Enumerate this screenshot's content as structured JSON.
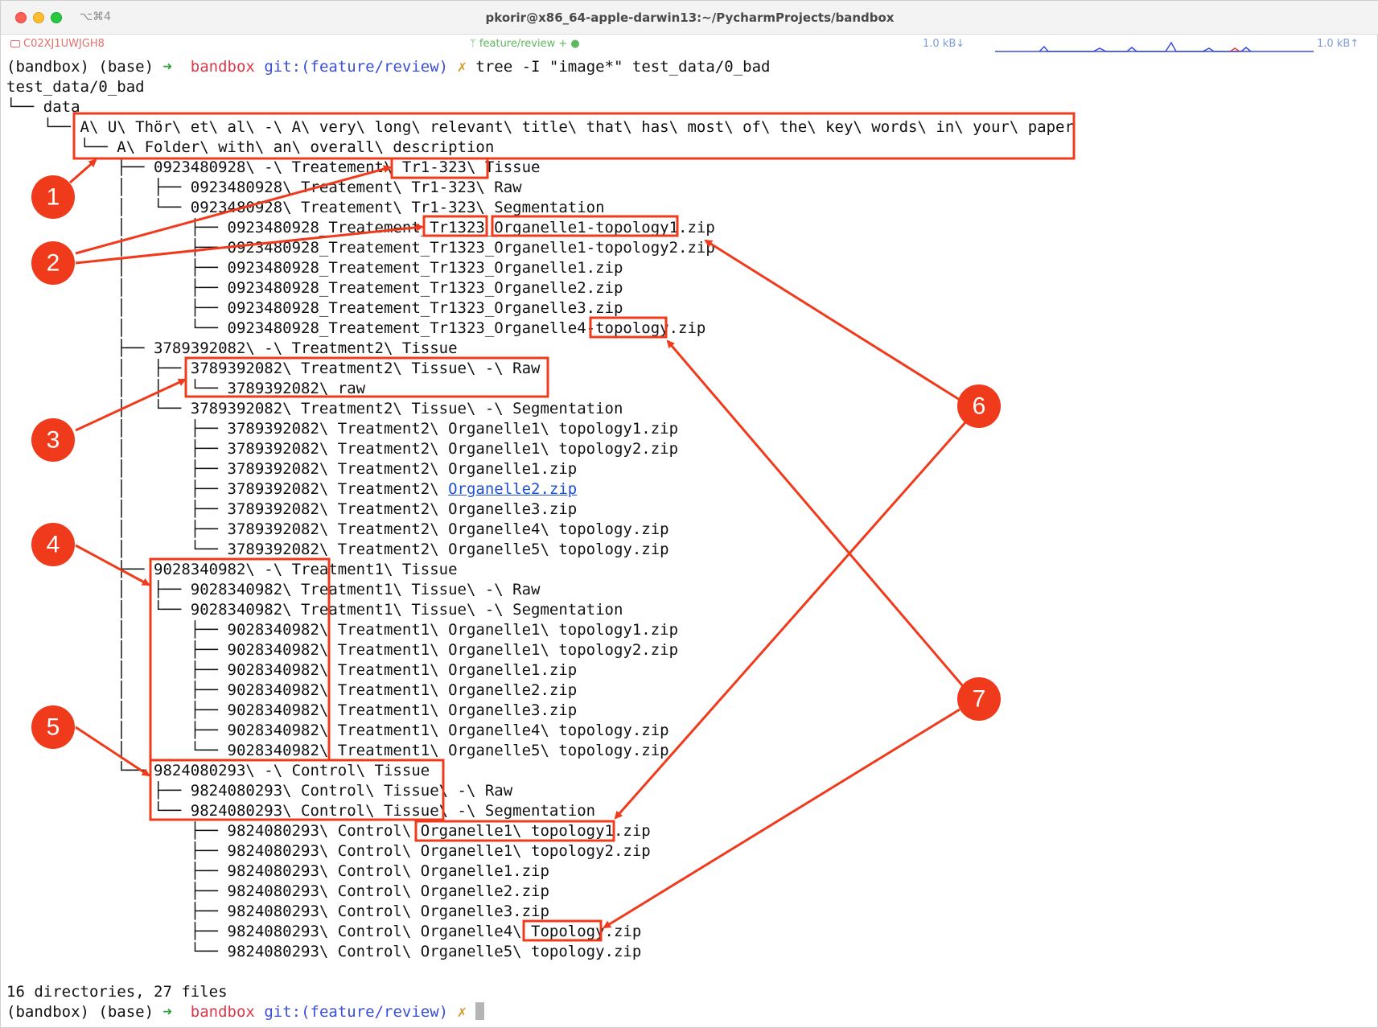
{
  "window": {
    "shortcut": "⌥⌘4",
    "title": "pkorir@x86_64-apple-darwin13:~/PycharmProjects/bandbox"
  },
  "statusbar": {
    "host": "C02XJ1UWJGH8",
    "branch": "ᛘ feature/review + ●",
    "net_down": "1.0 kB↓",
    "net_up": "1.0 kB↑"
  },
  "prompt": {
    "env": "(bandbox) (base) ",
    "arrow": "➜  ",
    "dir": "bandbox ",
    "git": "git:(feature/review) ",
    "dirty": "✗ ",
    "command": "tree -I \"image*\" test_data/0_bad"
  },
  "tree": {
    "lines": [
      "test_data/0_bad",
      "└── data",
      "    └── A\\ U\\ Thör\\ et\\ al\\ -\\ A\\ very\\ long\\ relevant\\ title\\ that\\ has\\ most\\ of\\ the\\ key\\ words\\ in\\ your\\ paper",
      "        └── A\\ Folder\\ with\\ an\\ overall\\ description",
      "            ├── 0923480928\\ -\\ Treatement\\ Tr1-323\\ Tissue",
      "            │   ├── 0923480928\\ Treatement\\ Tr1-323\\ Raw",
      "            │   └── 0923480928\\ Treatement\\ Tr1-323\\ Segmentation",
      "            │       ├── 0923480928_Treatement_Tr1323_Organelle1-topology1.zip",
      "            │       ├── 0923480928_Treatement_Tr1323_Organelle1-topology2.zip",
      "            │       ├── 0923480928_Treatement_Tr1323_Organelle1.zip",
      "            │       ├── 0923480928_Treatement_Tr1323_Organelle2.zip",
      "            │       ├── 0923480928_Treatement_Tr1323_Organelle3.zip",
      "            │       └── 0923480928_Treatement_Tr1323_Organelle4-topology.zip",
      "            ├── 3789392082\\ -\\ Treatment2\\ Tissue",
      "            │   ├── 3789392082\\ Treatment2\\ Tissue\\ -\\ Raw",
      "            │   │   └── 3789392082\\ raw",
      "            │   └── 3789392082\\ Treatment2\\ Tissue\\ -\\ Segmentation",
      "            │       ├── 3789392082\\ Treatment2\\ Organelle1\\ topology1.zip",
      "            │       ├── 3789392082\\ Treatment2\\ Organelle1\\ topology2.zip",
      "            │       ├── 3789392082\\ Treatment2\\ Organelle1.zip",
      "            │       ├── 3789392082\\ Treatment2\\ ",
      "            │       ├── 3789392082\\ Treatment2\\ Organelle3.zip",
      "            │       ├── 3789392082\\ Treatment2\\ Organelle4\\ topology.zip",
      "            │       └── 3789392082\\ Treatment2\\ Organelle5\\ topology.zip",
      "            ├── 9028340982\\ -\\ Treatment1\\ Tissue",
      "            │   ├── 9028340982\\ Treatment1\\ Tissue\\ -\\ Raw",
      "            │   └── 9028340982\\ Treatment1\\ Tissue\\ -\\ Segmentation",
      "            │       ├── 9028340982\\ Treatment1\\ Organelle1\\ topology1.zip",
      "            │       ├── 9028340982\\ Treatment1\\ Organelle1\\ topology2.zip",
      "            │       ├── 9028340982\\ Treatment1\\ Organelle1.zip",
      "            │       ├── 9028340982\\ Treatment1\\ Organelle2.zip",
      "            │       ├── 9028340982\\ Treatment1\\ Organelle3.zip",
      "            │       ├── 9028340982\\ Treatment1\\ Organelle4\\ topology.zip",
      "            │       └── 9028340982\\ Treatment1\\ Organelle5\\ topology.zip",
      "            └── 9824080293\\ -\\ Control\\ Tissue",
      "                ├── 9824080293\\ Control\\ Tissue\\ -\\ Raw",
      "                └── 9824080293\\ Control\\ Tissue\\ -\\ Segmentation",
      "                    ├── 9824080293\\ Control\\ Organelle1\\ topology1.zip",
      "                    ├── 9824080293\\ Control\\ Organelle1\\ topology2.zip",
      "                    ├── 9824080293\\ Control\\ Organelle1.zip",
      "                    ├── 9824080293\\ Control\\ Organelle2.zip",
      "                    ├── 9824080293\\ Control\\ Organelle3.zip",
      "                    ├── 9824080293\\ Control\\ Organelle4\\ Topology.zip",
      "                    └── 9824080293\\ Control\\ Organelle5\\ topology.zip"
    ],
    "link_text": "Organelle2.zip",
    "summary": "16 directories, 27 files"
  },
  "annotations": {
    "badges": [
      "1",
      "2",
      "3",
      "4",
      "5",
      "6",
      "7"
    ],
    "color": "#f03a1c"
  }
}
